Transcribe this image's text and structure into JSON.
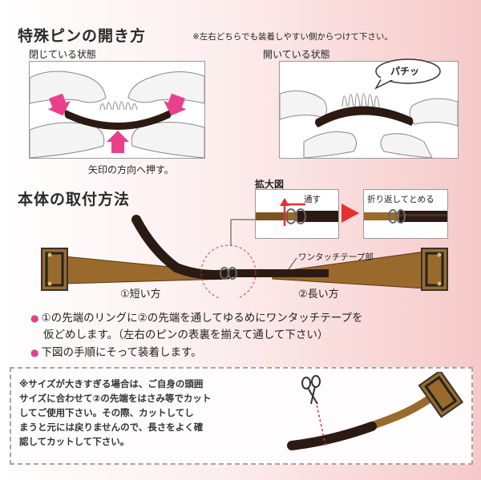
{
  "pin_section": {
    "title": "特殊ピンの開き方",
    "note": "※左右どちらでも装着しやすい側からつけて下さい。",
    "closed_label": "閉じている状態",
    "open_label": "開いている状態",
    "bubble": "パチッ",
    "push_caption": "矢印の方向へ押す。"
  },
  "attach_section": {
    "title": "本体の取付方法",
    "zoom_label": "拡大図",
    "thread_label": "通す",
    "fold_label": "折り返してとめる",
    "tape_label": "ワンタッチテープ部",
    "short_label": "①短い方",
    "long_label": "②長い方",
    "bullets": [
      "①の先端のリングに②の先端を通してゆるめにワンタッチテープを",
      "仮どめします。（左右のピンの表裏を揃えて通して下さい）",
      "下図の手順にそって装着します。"
    ]
  },
  "warning": {
    "lines": [
      "※サイズが大きすぎる場合は、ご自身の頭囲",
      "サイズに合わせて②の先端をはさみ等でカット",
      "してご使用下さい。その際、カットしてし",
      "まうと元には戻りませんので、長さをよく確",
      "認してカットして下さい。"
    ]
  },
  "colors": {
    "brown": "#9a6a2c",
    "dark": "#2b1a12",
    "pink_arrow": "#e8408c",
    "red": "#e53030"
  }
}
